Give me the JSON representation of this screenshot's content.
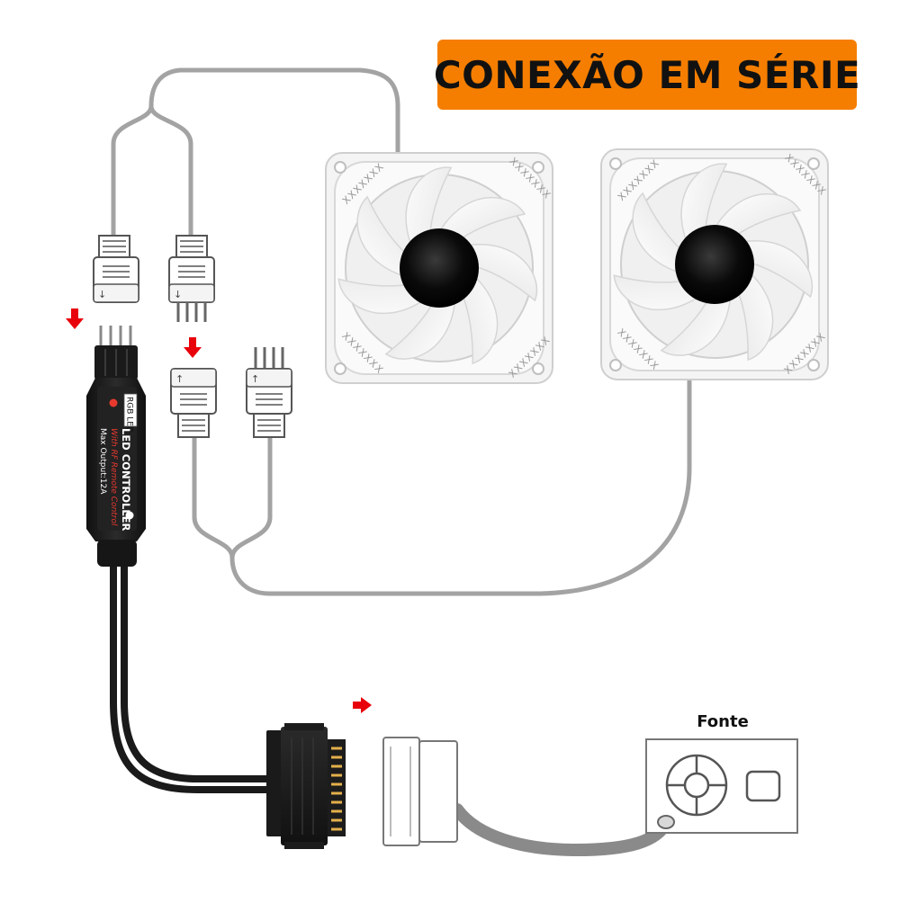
{
  "title": "CONEXÃO EM SÉRIE",
  "power_supply_label": "Fonte",
  "controller": {
    "badge": "RGB LED",
    "name": "LED CONTROLLER",
    "subtitle": "With RF Remote Control",
    "max_output": "Max Output:12A"
  },
  "fans": [
    {
      "id": "fan-1",
      "rim_text": "XXXXXXX"
    },
    {
      "id": "fan-2",
      "rim_text": "XXXXXXX"
    }
  ],
  "colors": {
    "title_background": "#f57e00",
    "arrow": "#e8000b",
    "cable": "#a0a0a0",
    "controller_body": "#1d1d1d",
    "controller_text": "#ffffff",
    "controller_accent": "#e8392f"
  }
}
